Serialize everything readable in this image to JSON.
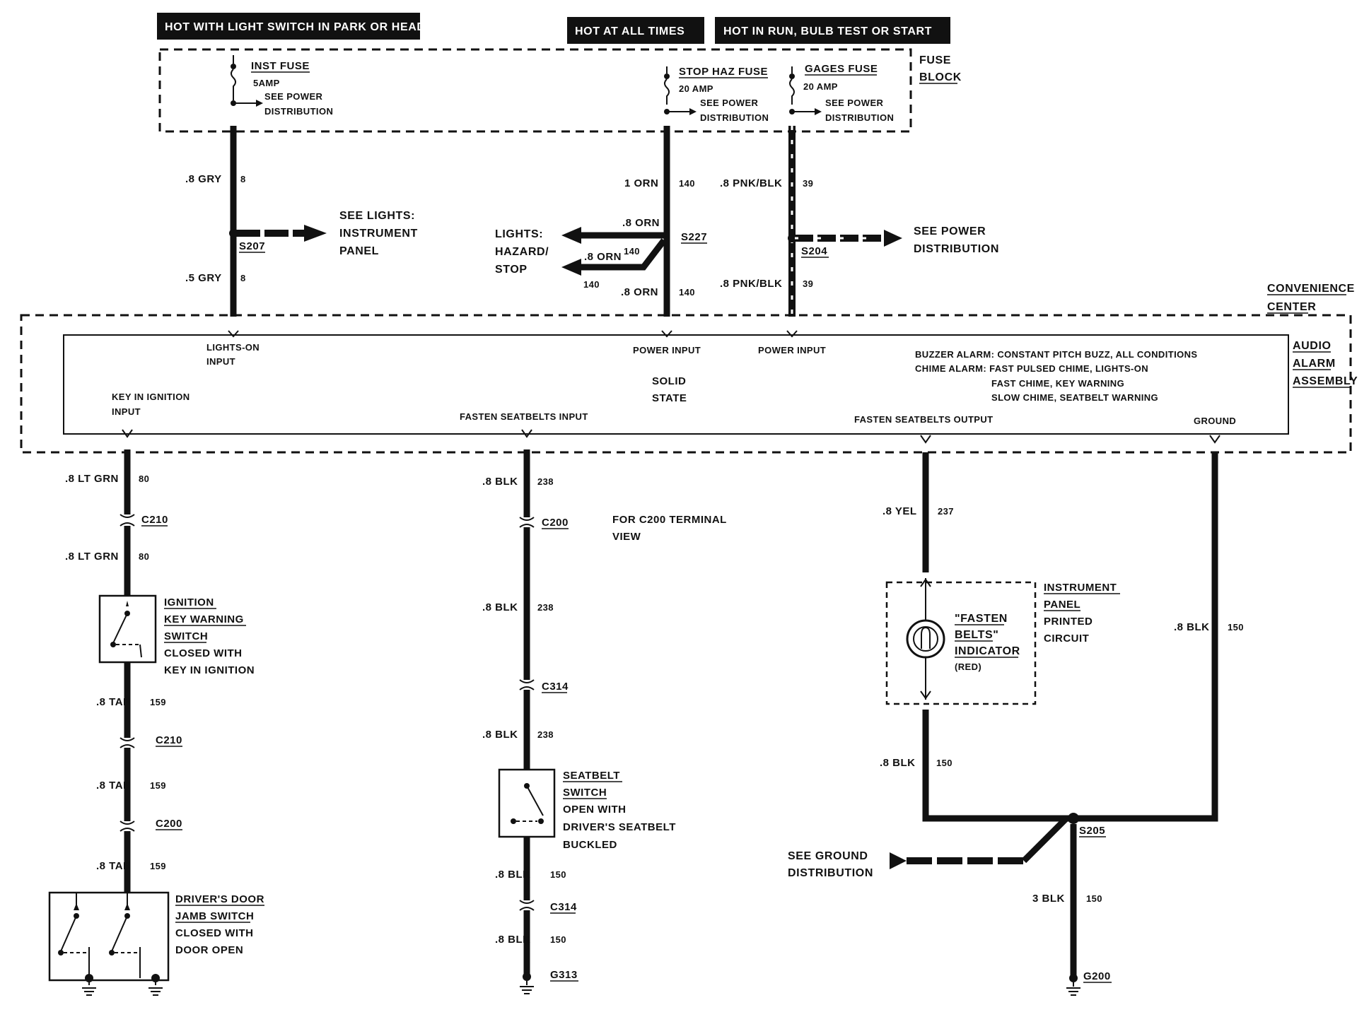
{
  "headers": {
    "light_switch": "HOT WITH LIGHT SWITCH IN PARK OR HEAD",
    "all_times": "HOT AT ALL TIMES",
    "run_bulb": "HOT IN RUN,  BULB TEST OR START"
  },
  "fuse_block": {
    "label_line1": "FUSE",
    "label_line2": "BLOCK",
    "inst_fuse": {
      "name": "INST FUSE",
      "amp": "5AMP",
      "see1": "SEE POWER",
      "see2": "DISTRIBUTION"
    },
    "stop_haz_fuse": {
      "name": "STOP HAZ FUSE",
      "amp": "20 AMP",
      "see1": "SEE POWER",
      "see2": "DISTRIBUTION"
    },
    "gages_fuse": {
      "name": "GAGES FUSE",
      "amp": "20 AMP",
      "see1": "SEE POWER",
      "see2": "DISTRIBUTION"
    }
  },
  "wires_top": {
    "gry_upper": {
      "size": ".8 GRY",
      "circuit": "8"
    },
    "gry_lower": {
      "size": ".5 GRY",
      "circuit": "8"
    },
    "orn_upper": {
      "size": "1 ORN",
      "circuit": "140"
    },
    "orn_branch1": ".8 ORN",
    "orn_branch2_size": ".8 ORN",
    "orn_branch2_circuit": "140",
    "orn_branch_circuit": "140",
    "orn_lower": {
      "size": ".8 ORN",
      "circuit": "140"
    },
    "pnk_upper": {
      "size": ".8 PNK/BLK",
      "circuit": "39"
    },
    "pnk_lower": {
      "size": ".8 PNK/BLK",
      "circuit": "39"
    }
  },
  "splices": {
    "s207": "S207",
    "s227": "S227",
    "s204": "S204",
    "s205": "S205"
  },
  "refs": {
    "lights_ip_1": "SEE LIGHTS:",
    "lights_ip_2": "INSTRUMENT",
    "lights_ip_3": "PANEL",
    "lights_hz_1": "LIGHTS:",
    "lights_hz_2": "HAZARD/",
    "lights_hz_3": "STOP",
    "power_1": "SEE POWER",
    "power_2": "DISTRIBUTION",
    "ground_1": "SEE GROUND",
    "ground_2": "DISTRIBUTION"
  },
  "convenience_center": {
    "line1": "CONVENIENCE",
    "line2": "CENTER"
  },
  "alarm": {
    "title1": "AUDIO",
    "title2": "ALARM",
    "title3": "ASSEMBLY",
    "lights_on_1": "LIGHTS-ON",
    "lights_on_2": "INPUT",
    "power_input_a": "POWER INPUT",
    "power_input_b": "POWER INPUT",
    "solid1": "SOLID",
    "solid2": "STATE",
    "desc1": "BUZZER ALARM: CONSTANT PITCH BUZZ, ALL CONDITIONS",
    "desc2": "CHIME ALARM: FAST PULSED CHIME, LIGHTS-ON",
    "desc3": "FAST CHIME, KEY WARNING",
    "desc4": "SLOW CHIME, SEATBELT WARNING",
    "key_in_1": "KEY IN IGNITION",
    "key_in_2": "INPUT",
    "fasten_in": "FASTEN SEATBELTS INPUT",
    "fasten_out": "FASTEN SEATBELTS OUTPUT",
    "ground": "GROUND"
  },
  "left_branch": {
    "w1": {
      "size": ".8 LT GRN",
      "circuit": "80"
    },
    "c210a": "C210",
    "w2": {
      "size": ".8 LT GRN",
      "circuit": "80"
    },
    "ign_sw": [
      "IGNITION",
      "KEY WARNING",
      "SWITCH",
      "CLOSED WITH",
      "KEY IN IGNITION"
    ],
    "w3": {
      "size": ".8 TAN",
      "circuit": "159"
    },
    "c210b": "C210",
    "w4": {
      "size": ".8 TAN",
      "circuit": "159"
    },
    "c200": "C200",
    "w5": {
      "size": ".8 TAN",
      "circuit": "159"
    },
    "door_sw": [
      "DRIVER'S DOOR",
      "JAMB SWITCH",
      "CLOSED WITH",
      "DOOR OPEN"
    ]
  },
  "mid_branch": {
    "w1": {
      "size": ".8 BLK",
      "circuit": "238"
    },
    "c200": "C200",
    "note1": "FOR C200 TERMINAL",
    "note2": "VIEW",
    "w2": {
      "size": ".8 BLK",
      "circuit": "238"
    },
    "c314a": "C314",
    "w3": {
      "size": ".8 BLK",
      "circuit": "238"
    },
    "belt_sw": [
      "SEATBELT",
      "SWITCH",
      "OPEN WITH",
      "DRIVER'S SEATBELT",
      "BUCKLED"
    ],
    "w4": {
      "size": ".8 BLK",
      "circuit": "150"
    },
    "c314b": "C314",
    "w5": {
      "size": ".8 BLK",
      "circuit": "150"
    },
    "g313": "G313"
  },
  "right_branch": {
    "w1": {
      "size": ".8 YEL",
      "circuit": "237"
    },
    "indicator1": "\"FASTEN",
    "indicator2": "BELTS\"",
    "indicator3": "INDICATOR",
    "indicator4": "(RED)",
    "ipc": [
      "INSTRUMENT",
      "PANEL",
      "PRINTED",
      "CIRCUIT"
    ],
    "w2": {
      "size": ".8 BLK",
      "circuit": "150"
    },
    "w3": {
      "size": ".8 BLK",
      "circuit": "150"
    },
    "w4": {
      "size": "3 BLK",
      "circuit": "150"
    },
    "g200": "G200"
  }
}
